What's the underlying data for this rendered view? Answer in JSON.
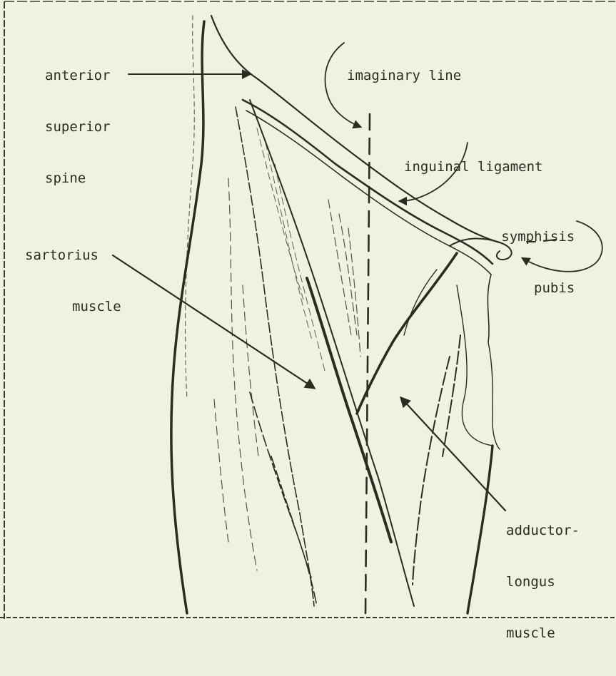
{
  "labels": {
    "anterior_superior_spine": [
      "anterior",
      "superior",
      "spine"
    ],
    "imaginary_line": "imaginary line",
    "inguinal_ligament": "inguinal ligament",
    "symphisis_pubis": [
      "symphisis",
      "pubis"
    ],
    "sartorius_muscle": [
      "sartorius",
      "muscle"
    ],
    "adductor_longus_muscle": [
      "adductor-",
      "longus",
      "muscle"
    ]
  },
  "colors": {
    "paper": "#f1f1e2",
    "ink": "#2b2b22",
    "border": "#3a3a30"
  }
}
